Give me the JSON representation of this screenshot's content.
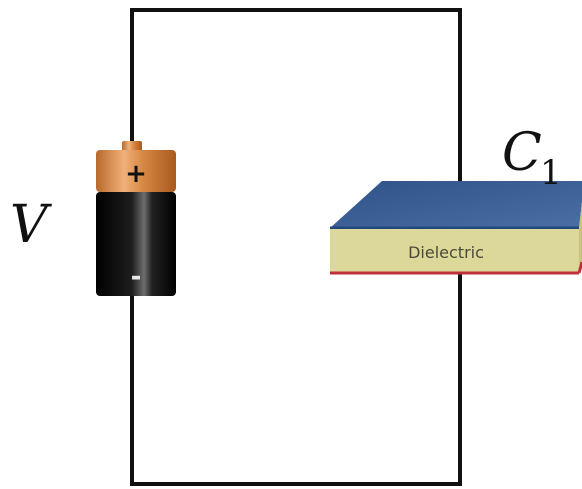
{
  "labels": {
    "voltage": "V",
    "capacitor": "C",
    "capacitor_subscript": "1",
    "dielectric": "Dielectric",
    "battery_positive": "+",
    "battery_negative": "-"
  },
  "colors": {
    "wire": "#111111",
    "battery_top": "#c8783a",
    "battery_top_light": "#e9a86a",
    "battery_body": "#111111",
    "plate_top": "#3a5e94",
    "plate_edge_top": "#2a4f8a",
    "dielectric_fill": "#dcd89a",
    "dielectric_side": "#c9c381",
    "plate_bottom": "#c0303a"
  }
}
